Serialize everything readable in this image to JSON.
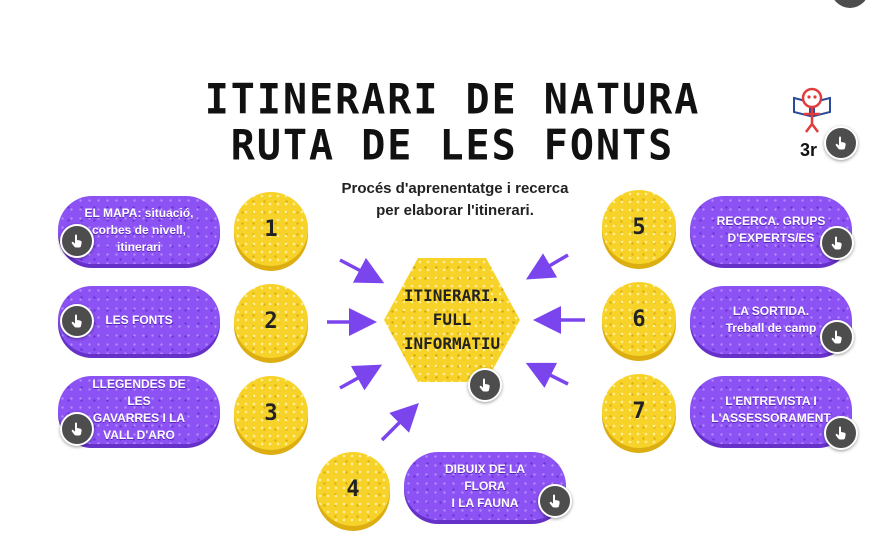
{
  "title": {
    "line1": "ITINERARI DE NATURA",
    "line2": "RUTA DE LES FONTS"
  },
  "subtitle": "Procés d'aprenentatge i recerca\nper elaborar l'itinerari.",
  "logo": {
    "label": "3r",
    "icon": "reading-child-logo"
  },
  "center": {
    "label": "ITINERARI.\nFULL\nINFORMATIU"
  },
  "steps": [
    {
      "number": "1",
      "label": "EL MAPA: situació,\ncorbes de nivell,\nitinerari"
    },
    {
      "number": "2",
      "label": "LES FONTS"
    },
    {
      "number": "3",
      "label": "LLEGENDES DE LES\nGAVARRES I LA\nVALL D'ARO"
    },
    {
      "number": "4",
      "label": "DIBUIX DE LA FLORA\nI LA FAUNA"
    },
    {
      "number": "5",
      "label": "RECERCA. GRUPS\nD'EXPERTS/ES"
    },
    {
      "number": "6",
      "label": "LA SORTIDA.\nTreball de camp"
    },
    {
      "number": "7",
      "label": "L'ENTREVISTA I\nL'ASSESSORAMENT"
    }
  ],
  "icons": {
    "hotspot": "hand-pointer-icon",
    "arrow": "arrow-icon"
  },
  "colors": {
    "pill": "#8c52f4",
    "coin": "#f7d32a",
    "arrow": "#7b45ee",
    "hotspot": "#4d4d4d"
  }
}
